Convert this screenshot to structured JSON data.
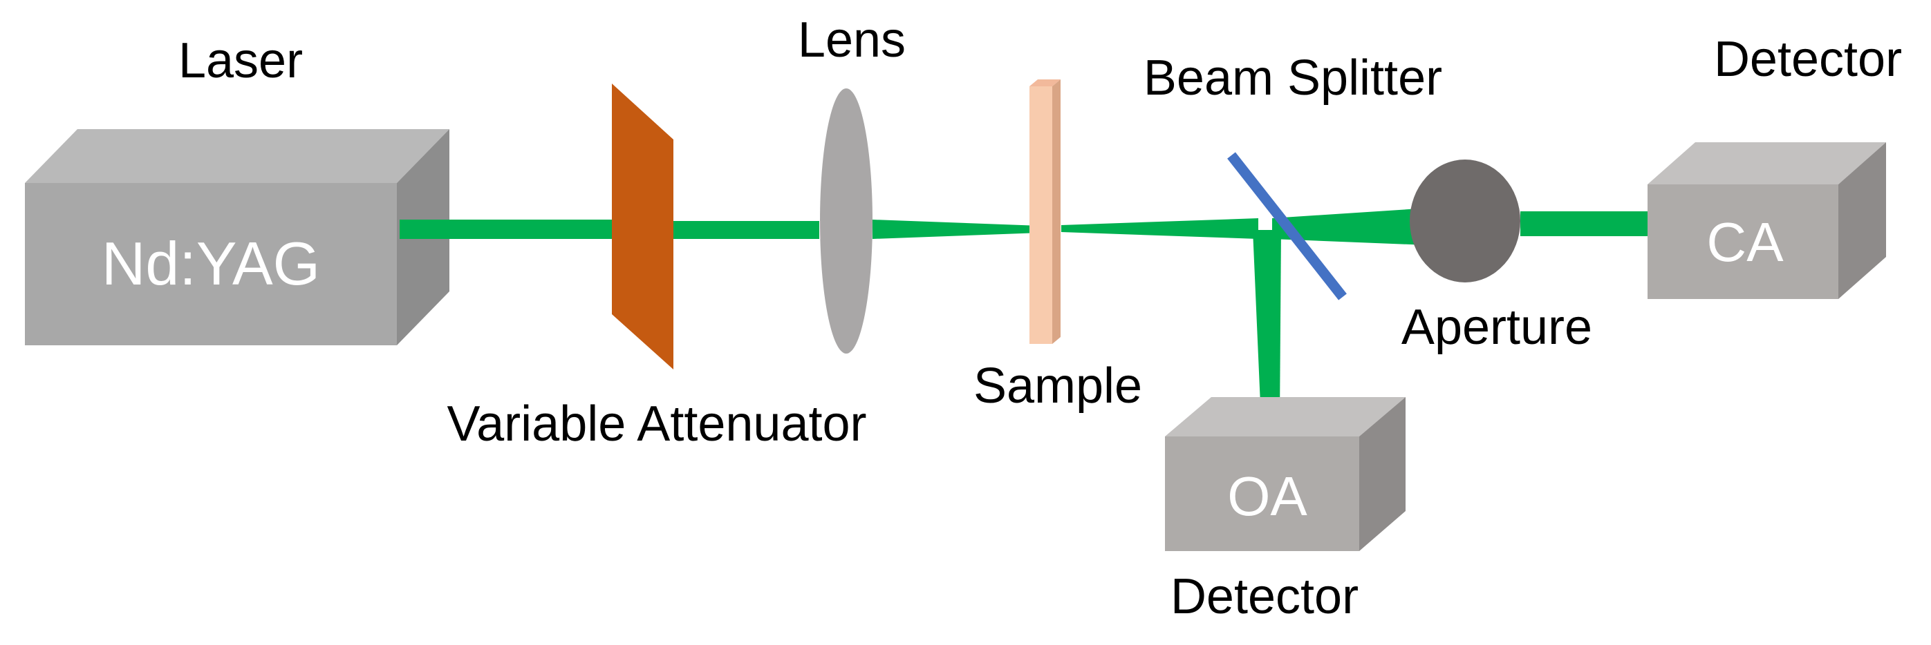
{
  "labels": {
    "laser": "Laser",
    "laser_model": "Nd:YAG",
    "attenuator": "Variable Attenuator",
    "lens": "Lens",
    "sample": "Sample",
    "beam_splitter": "Beam Splitter",
    "aperture": "Aperture",
    "detector_ca_title": "Detector",
    "detector_ca": "CA",
    "detector_oa": "OA",
    "detector_oa_title": "Detector"
  },
  "colors": {
    "beam": "#00b050",
    "box_front": "#a8a8a8",
    "attenuator": "#c55a11",
    "lens": "#a9a7a7",
    "sample": "#f8cbad",
    "splitter": "#4472c4",
    "aperture": "#6f6b6a"
  }
}
